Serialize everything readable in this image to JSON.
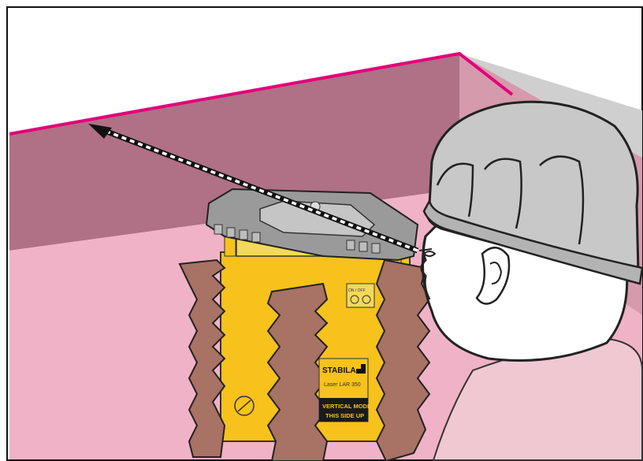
{
  "illustration": {
    "brand_label": "STABILA",
    "model_label": "Laser LAR 350",
    "mode_label_line1": "VERTICAL MODE",
    "mode_label_line2": "THIS SIDE UP",
    "small_label": "ON / OFF"
  },
  "colors": {
    "ceiling_line": "#e2007a",
    "wall_back": "#b07085",
    "wall_front": "#f0b2c6",
    "wall_side": "#d59aac",
    "laser_body": "#f6c21b",
    "bumper": "#a87265",
    "helmet": "#c8c8c8",
    "frame": "#111111"
  },
  "icons": [
    "laser-beam-arrow",
    "hard-hat-icon",
    "eye-icon",
    "ear-icon"
  ]
}
